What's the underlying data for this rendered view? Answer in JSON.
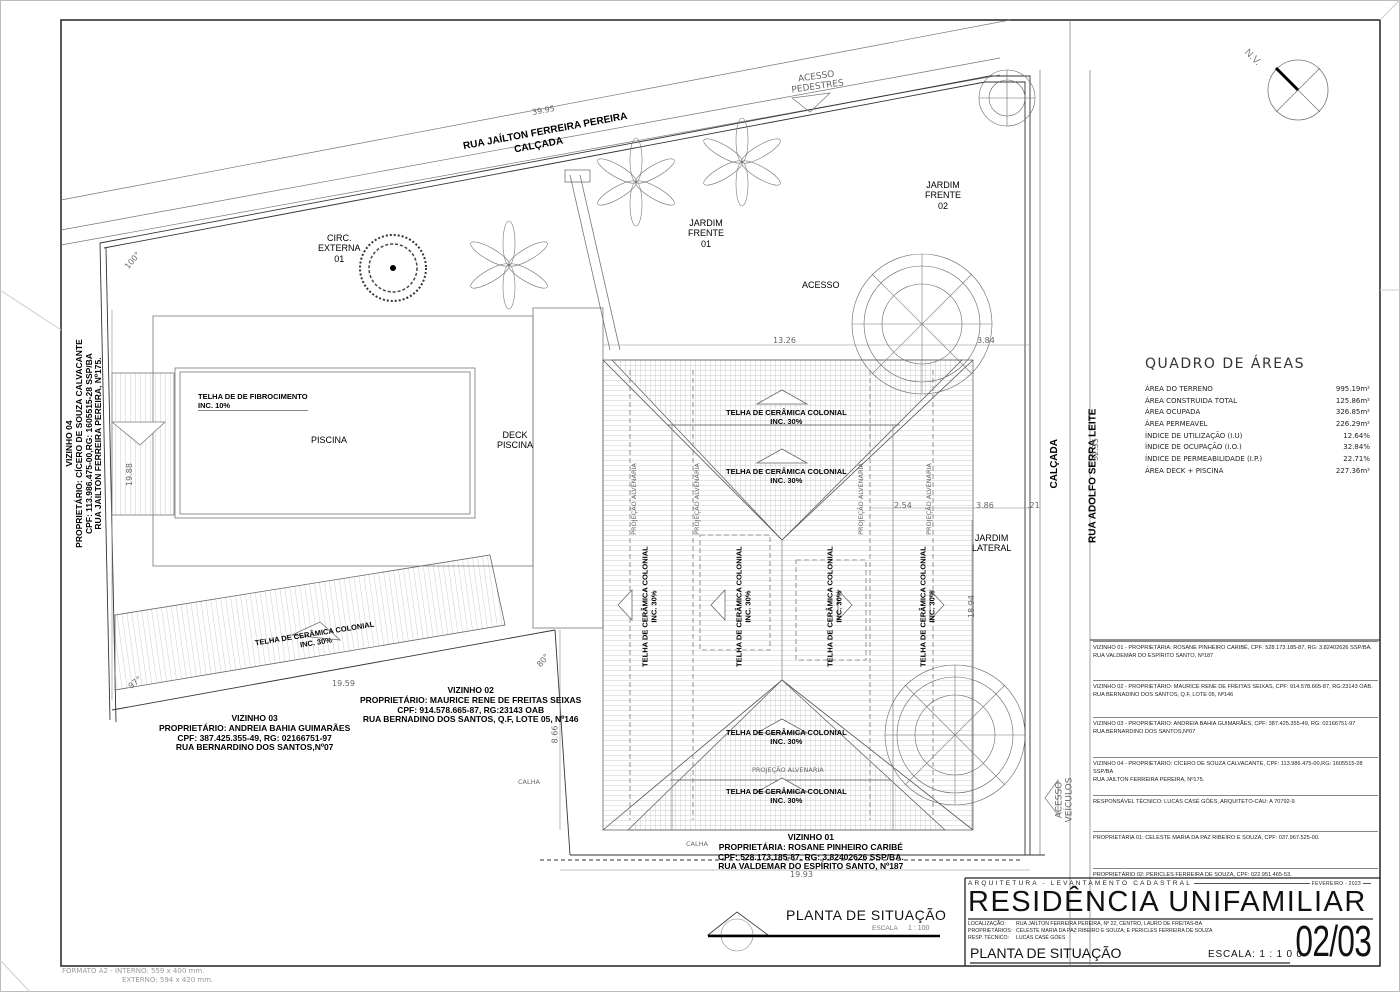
{
  "sheet": {
    "format_note_line1": "FORMATO A2 - INTERNO: 559 x 400 mm.",
    "format_note_line2": "EXTERNO: 594 x 420 mm."
  },
  "north": {
    "label": "N.V."
  },
  "streets": {
    "top_name": "RUA JAÍLTON FERREIRA PEREIRA",
    "top_length": "39.95",
    "top_sidewalk": "CALÇADA",
    "right_name": "RUA ADOLFO SERRA LEITE",
    "right_length": "32.35",
    "right_sidewalk": "CALÇADA"
  },
  "access": {
    "pedestrian": "ACESSO PEDESTRES",
    "vehicles_line1": "ACESSO",
    "vehicles_line2": "VEÍCULOS",
    "main": "ACESSO"
  },
  "areas": {
    "circ_externa": [
      "CIRC.",
      "EXTERNA",
      "01"
    ],
    "jardim_frente_01": [
      "JARDIM",
      "FRENTE",
      "01"
    ],
    "jardim_frente_02": [
      "JARDIM",
      "FRENTE",
      "02"
    ],
    "jardim_lateral": [
      "JARDIM",
      "LATERAL"
    ],
    "piscina": "PISCINA",
    "deck": [
      "DECK",
      "PISCINA"
    ]
  },
  "roof_labels": {
    "fibrocimento": [
      "TELHA DE DE FIBROCIMENTO",
      "INC. 10%"
    ],
    "ceramica": [
      "TELHA DE CERÂMICA COLONIAL",
      "INC. 30%"
    ],
    "projecao": "PROJEÇÃO ALVENARIA",
    "calha": "CALHA"
  },
  "dimensions": {
    "d1326": "13.26",
    "d384": "3.84",
    "d254": "2.54",
    "d386": "3.86",
    "d1894": "18.94",
    "d866": "8.66",
    "d1993": "19.93",
    "d1988": "19.88",
    "d1959": "19.59",
    "a100": "100°",
    "a80": "80°",
    "a97": "97°",
    "d21": ".21"
  },
  "neighbors": {
    "v01": [
      "VIZINHO 01",
      "PROPRIETÁRIA: ROSANE PINHEIRO CARIBÉ",
      "CPF: 528.173.185-87, RG: 3.82402626 SSP/BA.",
      "RUA VALDEMAR DO ESPÍRITO SANTO, Nº187"
    ],
    "v02": [
      "VIZINHO 02",
      "PROPRIETÁRIO: MAURICE RENE DE FREITAS SEIXAS",
      "CPF: 914.578.665-87, RG:23143 OAB",
      "RUA BERNADINO DOS SANTOS, Q.F, LOTE 05, Nº146"
    ],
    "v03": [
      "VIZINHO 03",
      "PROPRIETÁRIO: ANDREIA BAHIA GUIMARÃES",
      "CPF: 387.425.355-49, RG: 02166751-97",
      "RUA BERNARDINO DOS SANTOS,Nº07"
    ],
    "v04": [
      "VIZINHO 04",
      "PROPRIETÁRIO: CÍCERO DE SOUZA CALVACANTE",
      "CPF: 113.986.475-00,RG: 1605515-28 SSP/BA",
      "RUA JAILTON FERREIRA PEREIRA, Nº175."
    ]
  },
  "quadro": {
    "title": "QUADRO DE ÁREAS",
    "rows": [
      {
        "label": "ÁREA DO TERRENO",
        "value": "995.19m²"
      },
      {
        "label": "ÁREA CONSTRUIDA TOTAL",
        "value": "125.86m²"
      },
      {
        "label": "ÁREA OCUPADA",
        "value": "326.85m²"
      },
      {
        "label": "ÁREA PERMEAVEL",
        "value": "226.29m²"
      },
      {
        "label": "ÍNDICE DE UTILIZAÇÃO (I.U)",
        "value": "12.64%"
      },
      {
        "label": "ÍNDICE DE OCUPAÇÃO (I.O.)",
        "value": "32.84%"
      },
      {
        "label": "ÍNDICE DE PERMEABILIDADE (I.P.)",
        "value": "22.71%"
      },
      {
        "label": "ÁREA DECK + PISCINA",
        "value": "227.36m²"
      }
    ]
  },
  "notes": [
    {
      "line1": "VIZINHO 01 - PROPRIETÁRIA: ROSANE PINHEIRO CARIBÉ, CPF: 528.173.185-87, RG: 3.82402626 SSP/BA.",
      "line2": "RUA VALDEMAR DO ESPÍRITO SANTO, Nº187"
    },
    {
      "line1": "VIZINHO 02 - PROPRIETÁRIO: MAURICE RENE DE FREITAS SEIXAS, CPF: 914.578.665-87, RG:23143 OAB.",
      "line2": "RUA BERNADINO DOS  SANTOS, Q.F, LOTE 05, Nº146"
    },
    {
      "line1": "VIZINHO 03 - PROPRIETÁRIO: ANDREIA BAHIA GUIMARÃES, CPF: 387.425.355-49, RG: 02166751-97",
      "line2": "RUA BERNARDINO DOS SANTOS,Nº07"
    },
    {
      "line1": "VIZINHO 04 - PROPRIETÁRIO: CÍCERO DE SOUZA CALVACANTE, CPF: 113.986.475-00,RG: 1605515-28 SSP/BA",
      "line2": "RUA JAILTON FERREIRA PEREIRA, Nº175."
    },
    {
      "line1": "RESPONSÁVEL TÉCNICO: LUCAS CASÉ GÓES, ARQUITETO-CAU: A 70792-9",
      "line2": ""
    },
    {
      "line1": "PROPRIETÁRIA 01: CELESTE MARIA DA PAZ RIBEIRO E SOUZA, CPF: 037.967.525-00.",
      "line2": ""
    },
    {
      "line1": "PROPRIETÁRIO 02: PERICLES FERREIRA DE SOUZA, CPF: 022.951.465-53.",
      "line2": ""
    }
  ],
  "drawing_title": {
    "name": "PLANTA DE SITUAÇÃO",
    "scale_label": "ESCALA",
    "scale_value": "1 : 100"
  },
  "title_block": {
    "header": "ARQUITETURA - LEVANTAMENTO CADASTRAL",
    "date": "FEVEREIRO - 2023",
    "project": "RESIDÊNCIA UNIFAMILIAR",
    "loc_key": "LOCALIZAÇÃO:",
    "loc_val": "RUA JAÍLTON FERREIRA PEREIRA, Nº 22, CENTRO, LAURO DE FREITAS-BA",
    "owners_key": "PROPRIETÁRIOS:",
    "owners_val": "CELESTE MARIA DA PAZ RIBEIRO E SOUZA; E PERICLES FERREIRA DE SOUZA",
    "resp_key": "RESP. TÉCNICO:",
    "resp_val": "LUCAS CASÉ GÓES",
    "subtitle": "PLANTA DE SITUAÇÃO",
    "scale": "ESCALA: 1 : 1 0 0",
    "sheet_no": "02/03"
  }
}
